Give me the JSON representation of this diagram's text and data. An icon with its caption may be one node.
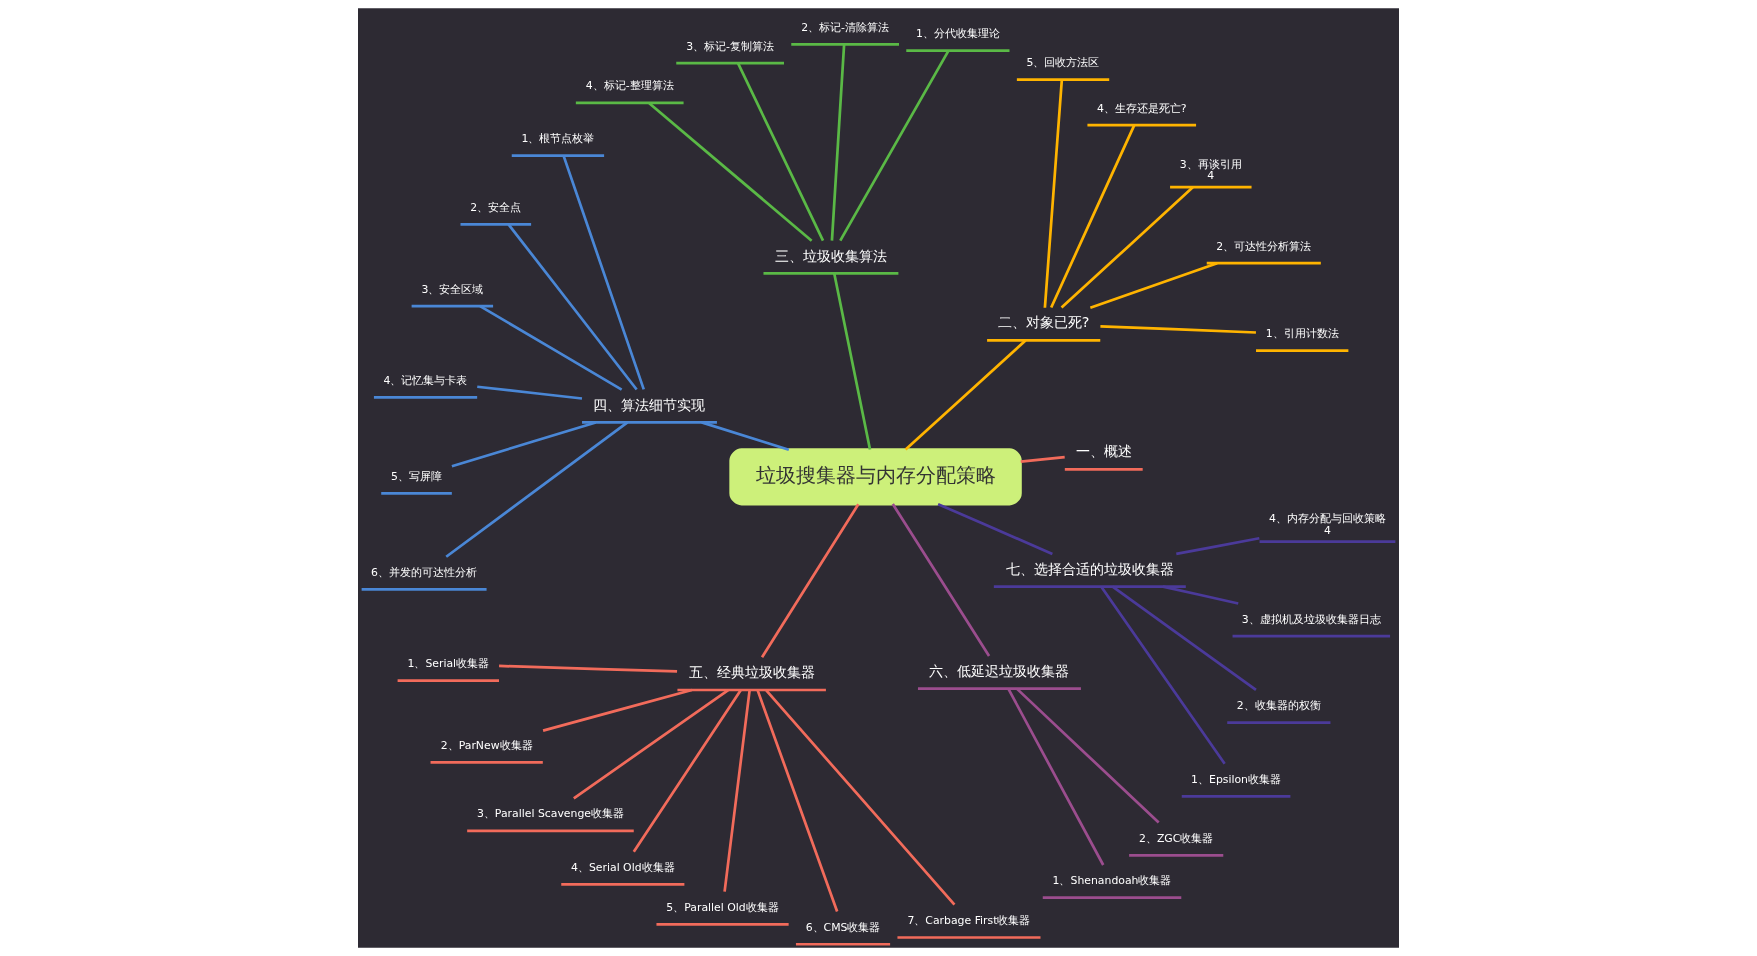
{
  "diagram": {
    "nodes": [
      {
        "text": [
          "垃圾搜集器与内存分配策略"
        ]
      },
      {
        "text": [
          "一、概述"
        ]
      },
      {
        "text": [
          "二、对象已死?"
        ]
      },
      {
        "text": [
          "1、引用计数法"
        ]
      },
      {
        "text": [
          "2、可达性分析算法"
        ]
      },
      {
        "text": [
          "3、再谈引用",
          "4"
        ]
      },
      {
        "text": [
          "4、生存还是死亡?"
        ]
      },
      {
        "text": [
          "5、回收方法区"
        ]
      },
      {
        "text": [
          "三、垃圾收集算法"
        ]
      },
      {
        "text": [
          "1、分代收集理论"
        ]
      },
      {
        "text": [
          "2、标记-清除算法"
        ]
      },
      {
        "text": [
          "3、标记-复制算法"
        ]
      },
      {
        "text": [
          "4、标记-整理算法"
        ]
      },
      {
        "text": [
          "四、算法细节实现"
        ]
      },
      {
        "text": [
          "1、根节点枚举"
        ]
      },
      {
        "text": [
          "2、安全点"
        ]
      },
      {
        "text": [
          "3、安全区域"
        ]
      },
      {
        "text": [
          "4、记忆集与卡表"
        ]
      },
      {
        "text": [
          "5、写屏障"
        ]
      },
      {
        "text": [
          "6、并发的可达性分析"
        ]
      },
      {
        "text": [
          "五、经典垃圾收集器"
        ]
      },
      {
        "text": [
          "1、Serial收集器"
        ]
      },
      {
        "text": [
          "2、ParNew收集器"
        ]
      },
      {
        "text": [
          "3、Parallel Scavenge收集器"
        ]
      },
      {
        "text": [
          "4、Serial Old收集器"
        ]
      },
      {
        "text": [
          "5、Parallel Old收集器"
        ]
      },
      {
        "text": [
          "6、CMS收集器"
        ]
      },
      {
        "text": [
          "7、Carbage First收集器"
        ]
      },
      {
        "text": [
          "六、低延迟垃圾收集器"
        ]
      },
      {
        "text": [
          "1、Shenandoah收集器"
        ]
      },
      {
        "text": [
          "2、ZGC收集器"
        ]
      },
      {
        "text": [
          "七、选择合适的垃圾收集器"
        ]
      },
      {
        "text": [
          "1、Epsilon收集器"
        ]
      },
      {
        "text": [
          "2、收集器的权衡"
        ]
      },
      {
        "text": [
          "3、虚拟机及垃圾收集器日志"
        ]
      },
      {
        "text": [
          "4、内存分配与回收策略",
          "4"
        ]
      }
    ],
    "edges": [
      {
        "from": 0,
        "to": 1,
        "arrow": "none",
        "color": "#f26b5b"
      },
      {
        "from": 0,
        "to": 2,
        "arrow": "none",
        "color": "#ffb400"
      },
      {
        "from": 2,
        "to": 3,
        "arrow": "none",
        "color": "#ffb400"
      },
      {
        "from": 2,
        "to": 4,
        "arrow": "none",
        "color": "#ffb400"
      },
      {
        "from": 2,
        "to": 5,
        "arrow": "none",
        "color": "#ffb400"
      },
      {
        "from": 2,
        "to": 6,
        "arrow": "none",
        "color": "#ffb400"
      },
      {
        "from": 2,
        "to": 7,
        "arrow": "none",
        "color": "#ffb400"
      },
      {
        "from": 0,
        "to": 8,
        "arrow": "none",
        "color": "#5ab946"
      },
      {
        "from": 8,
        "to": 9,
        "arrow": "none",
        "color": "#5ab946"
      },
      {
        "from": 8,
        "to": 10,
        "arrow": "none",
        "color": "#5ab946"
      },
      {
        "from": 8,
        "to": 11,
        "arrow": "none",
        "color": "#5ab946"
      },
      {
        "from": 8,
        "to": 12,
        "arrow": "none",
        "color": "#5ab946"
      },
      {
        "from": 0,
        "to": 13,
        "arrow": "none",
        "color": "#4a87d6"
      },
      {
        "from": 13,
        "to": 14,
        "arrow": "none",
        "color": "#4a87d6"
      },
      {
        "from": 13,
        "to": 15,
        "arrow": "none",
        "color": "#4a87d6"
      },
      {
        "from": 13,
        "to": 16,
        "arrow": "none",
        "color": "#4a87d6"
      },
      {
        "from": 13,
        "to": 17,
        "arrow": "none",
        "color": "#4a87d6"
      },
      {
        "from": 13,
        "to": 18,
        "arrow": "none",
        "color": "#4a87d6"
      },
      {
        "from": 13,
        "to": 19,
        "arrow": "none",
        "color": "#4a87d6"
      },
      {
        "from": 0,
        "to": 20,
        "arrow": "none",
        "color": "#f26b5b"
      },
      {
        "from": 20,
        "to": 21,
        "arrow": "none",
        "color": "#f26b5b"
      },
      {
        "from": 20,
        "to": 22,
        "arrow": "none",
        "color": "#f26b5b"
      },
      {
        "from": 20,
        "to": 23,
        "arrow": "none",
        "color": "#f26b5b"
      },
      {
        "from": 20,
        "to": 24,
        "arrow": "none",
        "color": "#f26b5b"
      },
      {
        "from": 20,
        "to": 25,
        "arrow": "none",
        "color": "#f26b5b"
      },
      {
        "from": 20,
        "to": 26,
        "arrow": "none",
        "color": "#f26b5b"
      },
      {
        "from": 20,
        "to": 27,
        "arrow": "none",
        "color": "#f26b5b"
      },
      {
        "from": 0,
        "to": 28,
        "arrow": "none",
        "color": "#9b4d8e"
      },
      {
        "from": 28,
        "to": 29,
        "arrow": "none",
        "color": "#9b4d8e"
      },
      {
        "from": 28,
        "to": 30,
        "arrow": "none",
        "color": "#9b4d8e"
      },
      {
        "from": 0,
        "to": 31,
        "arrow": "none",
        "color": "#4b3a9a"
      },
      {
        "from": 31,
        "to": 32,
        "arrow": "none",
        "color": "#4b3a9a"
      },
      {
        "from": 31,
        "to": 33,
        "arrow": "none",
        "color": "#4b3a9a"
      },
      {
        "from": 31,
        "to": 34,
        "arrow": "none",
        "color": "#4b3a9a"
      },
      {
        "from": 31,
        "to": 35,
        "arrow": "none",
        "color": "#4b3a9a"
      }
    ]
  }
}
